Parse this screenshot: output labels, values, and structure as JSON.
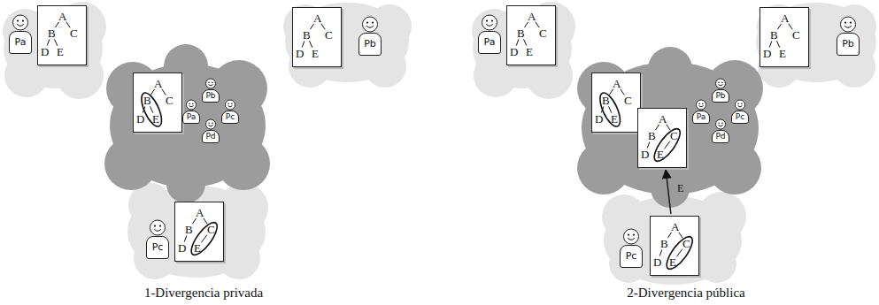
{
  "diagram": {
    "nodes": [
      {
        "text": [
          "Pa"
        ]
      },
      {
        "text": [
          "A",
          "B",
          "C",
          "D",
          "E"
        ]
      },
      {
        "text": [
          "A",
          "B",
          "C",
          "D",
          "E"
        ]
      },
      {
        "text": [
          "Pa"
        ]
      },
      {
        "text": [
          "Pb"
        ]
      },
      {
        "text": [
          "Pc"
        ]
      },
      {
        "text": [
          "Pd"
        ]
      },
      {
        "text": [
          "A",
          "B",
          "C",
          "D",
          "E"
        ]
      },
      {
        "text": [
          "Pb"
        ]
      },
      {
        "text": [
          "Pc"
        ]
      },
      {
        "text": [
          "A",
          "B",
          "C",
          "D",
          "E"
        ]
      },
      {
        "text": [
          "Pa"
        ]
      },
      {
        "text": [
          "A",
          "B",
          "C",
          "D",
          "E"
        ]
      },
      {
        "text": [
          "A",
          "B",
          "C",
          "D",
          "E"
        ]
      },
      {
        "text": [
          "A",
          "B",
          "C",
          "D",
          "E"
        ]
      },
      {
        "text": [
          "Pa"
        ]
      },
      {
        "text": [
          "Pb"
        ]
      },
      {
        "text": [
          "Pc"
        ]
      },
      {
        "text": [
          "Pd"
        ]
      },
      {
        "text": [
          "A",
          "B",
          "C",
          "D",
          "E"
        ]
      },
      {
        "text": [
          "Pb"
        ]
      },
      {
        "text": [
          "Pc"
        ]
      },
      {
        "text": [
          "A",
          "B",
          "C",
          "D",
          "E"
        ]
      }
    ],
    "edges": [
      {
        "from": 22,
        "to": 14,
        "arrow": "to",
        "label": "E"
      }
    ],
    "labels": [
      "1-Divergencia privada",
      "2-Divergencia pública"
    ]
  }
}
